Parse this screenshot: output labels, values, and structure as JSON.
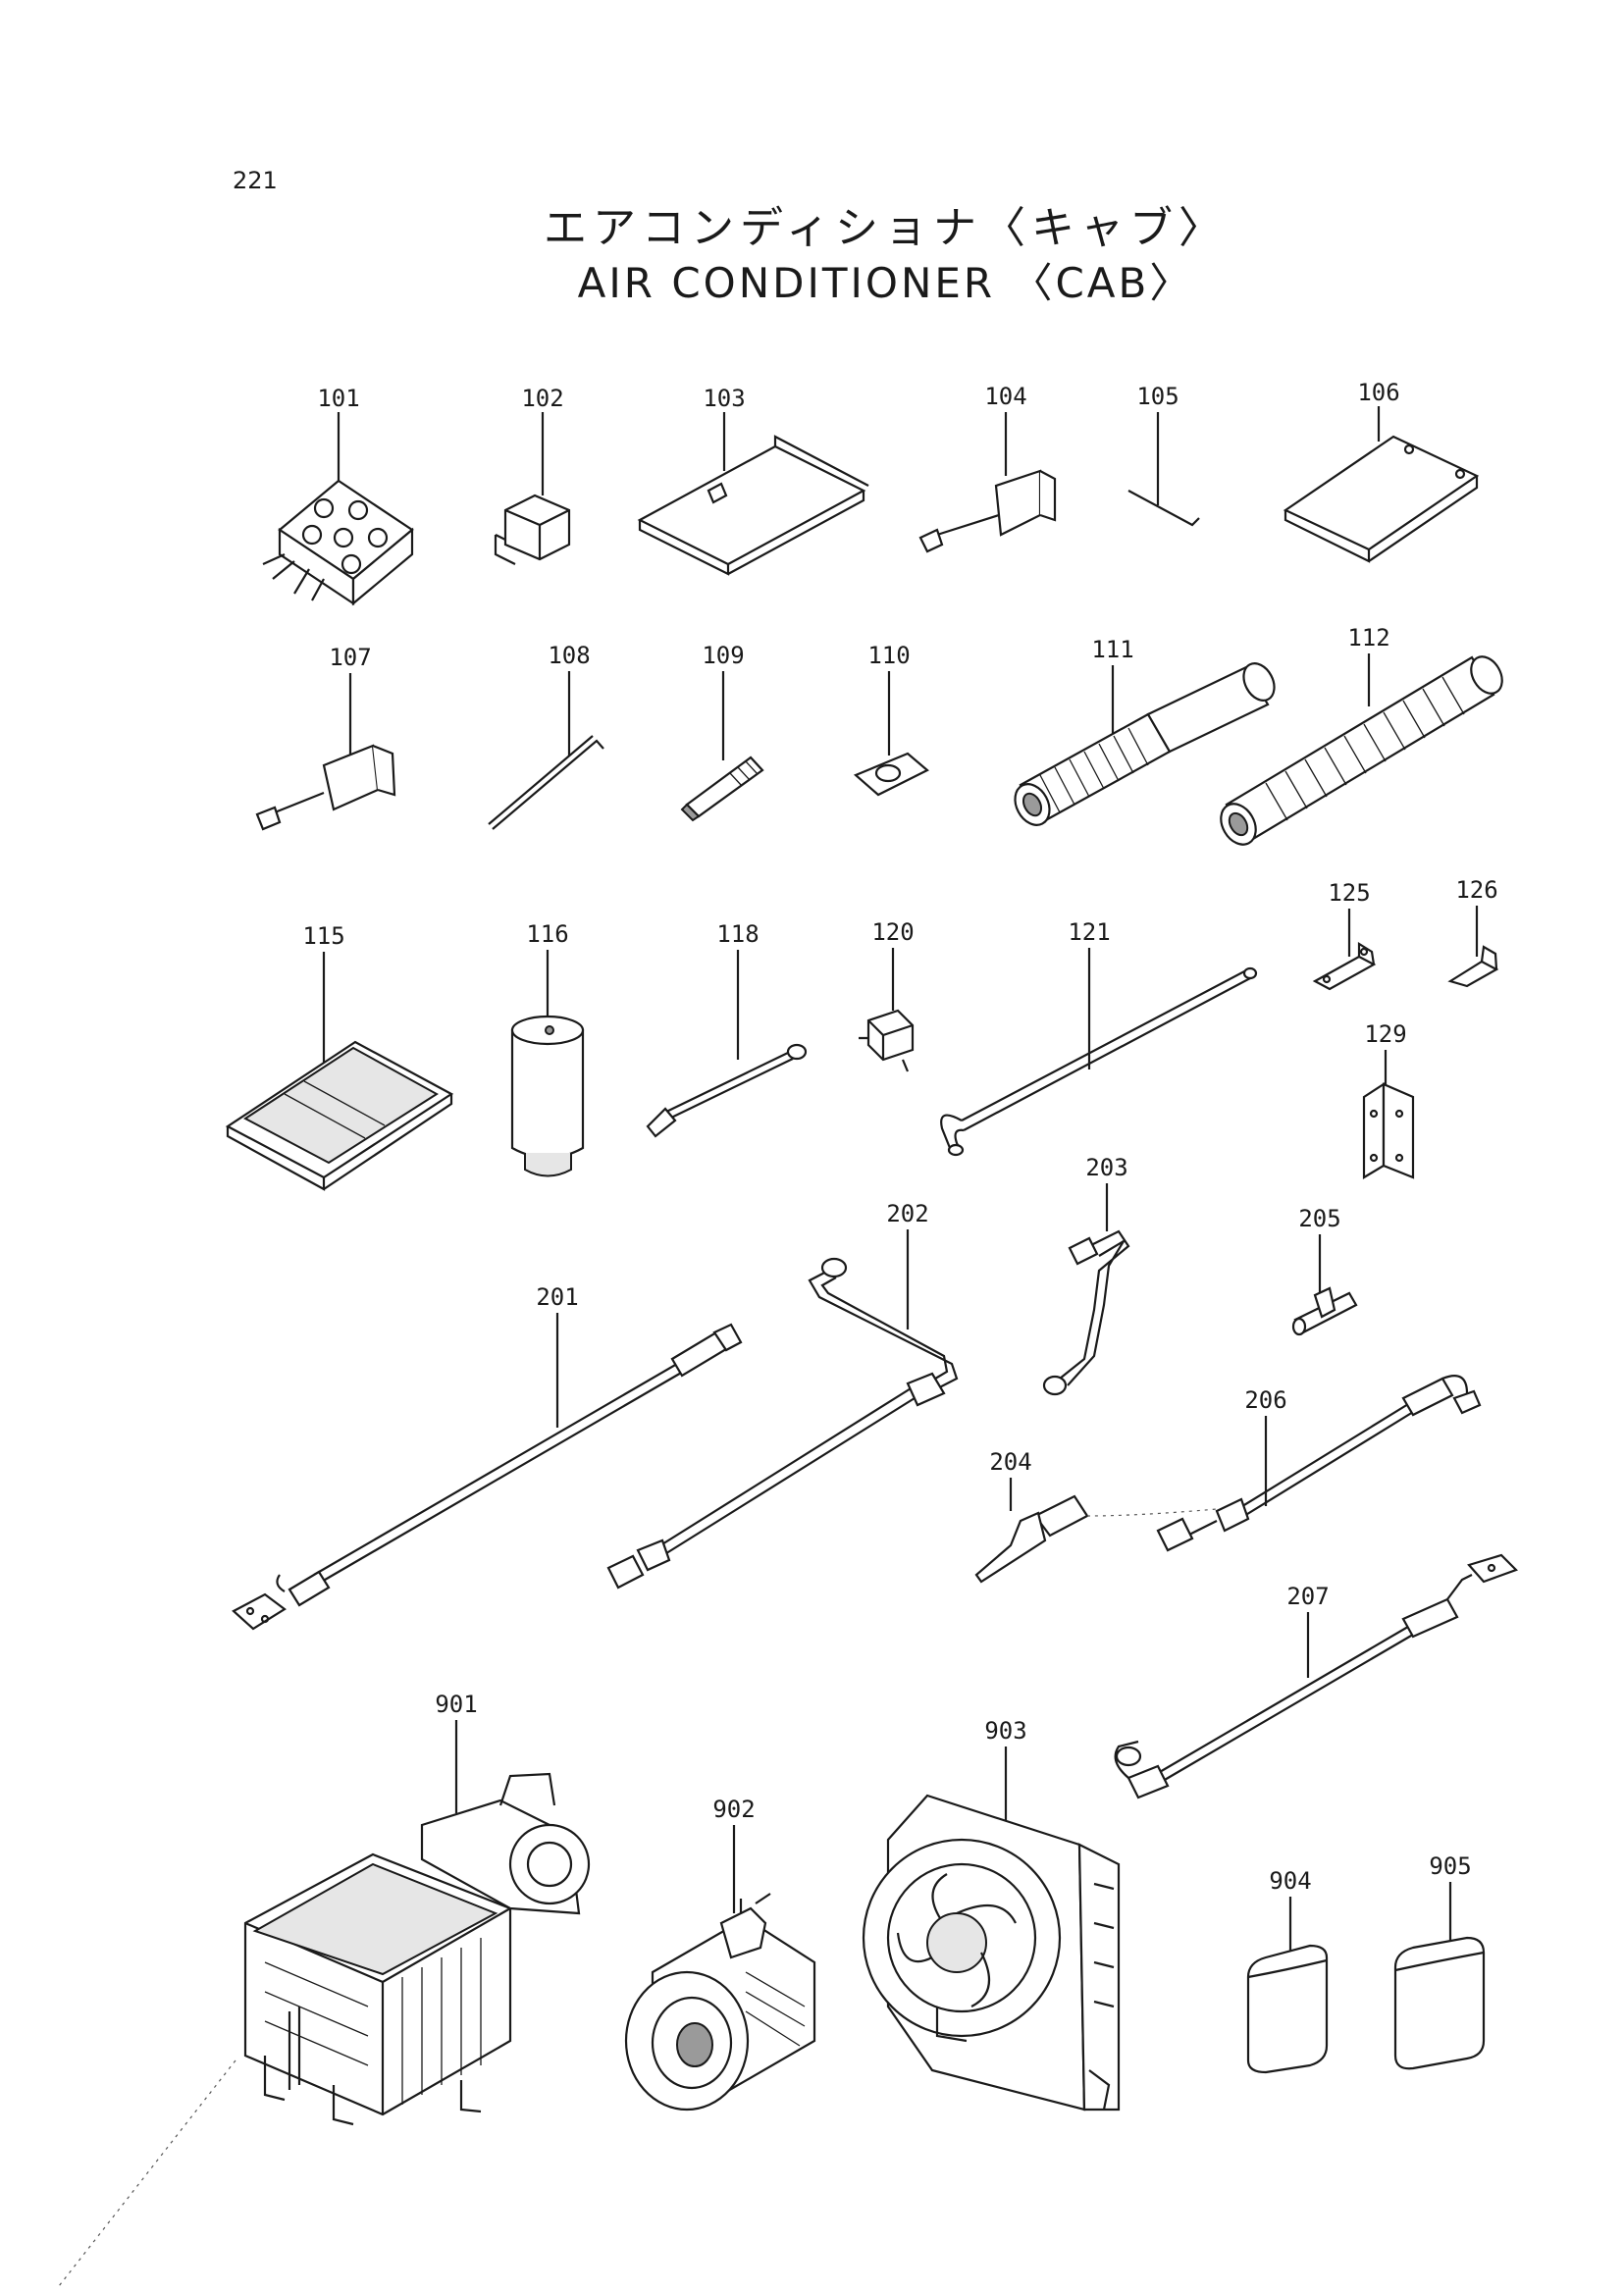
{
  "page_number": "221",
  "title_jp": "エアコンディショナ〈キャブ〉",
  "title_en": "AIR CONDITIONER 〈CAB〉",
  "parts": [
    {
      "id": "p101",
      "number": "101"
    },
    {
      "id": "p102",
      "number": "102"
    },
    {
      "id": "p103",
      "number": "103"
    },
    {
      "id": "p104",
      "number": "104"
    },
    {
      "id": "p105",
      "number": "105"
    },
    {
      "id": "p106",
      "number": "106"
    },
    {
      "id": "p107",
      "number": "107"
    },
    {
      "id": "p108",
      "number": "108"
    },
    {
      "id": "p109",
      "number": "109"
    },
    {
      "id": "p110",
      "number": "110"
    },
    {
      "id": "p111",
      "number": "111"
    },
    {
      "id": "p112",
      "number": "112"
    },
    {
      "id": "p115",
      "number": "115"
    },
    {
      "id": "p116",
      "number": "116"
    },
    {
      "id": "p118",
      "number": "118"
    },
    {
      "id": "p120",
      "number": "120"
    },
    {
      "id": "p121",
      "number": "121"
    },
    {
      "id": "p125",
      "number": "125"
    },
    {
      "id": "p126",
      "number": "126"
    },
    {
      "id": "p129",
      "number": "129"
    },
    {
      "id": "p201",
      "number": "201"
    },
    {
      "id": "p202",
      "number": "202"
    },
    {
      "id": "p203",
      "number": "203"
    },
    {
      "id": "p204",
      "number": "204"
    },
    {
      "id": "p205",
      "number": "205"
    },
    {
      "id": "p206",
      "number": "206"
    },
    {
      "id": "p207",
      "number": "207"
    },
    {
      "id": "p901",
      "number": "901"
    },
    {
      "id": "p902",
      "number": "902"
    },
    {
      "id": "p903",
      "number": "903"
    },
    {
      "id": "p904",
      "number": "904"
    },
    {
      "id": "p905",
      "number": "905"
    }
  ]
}
